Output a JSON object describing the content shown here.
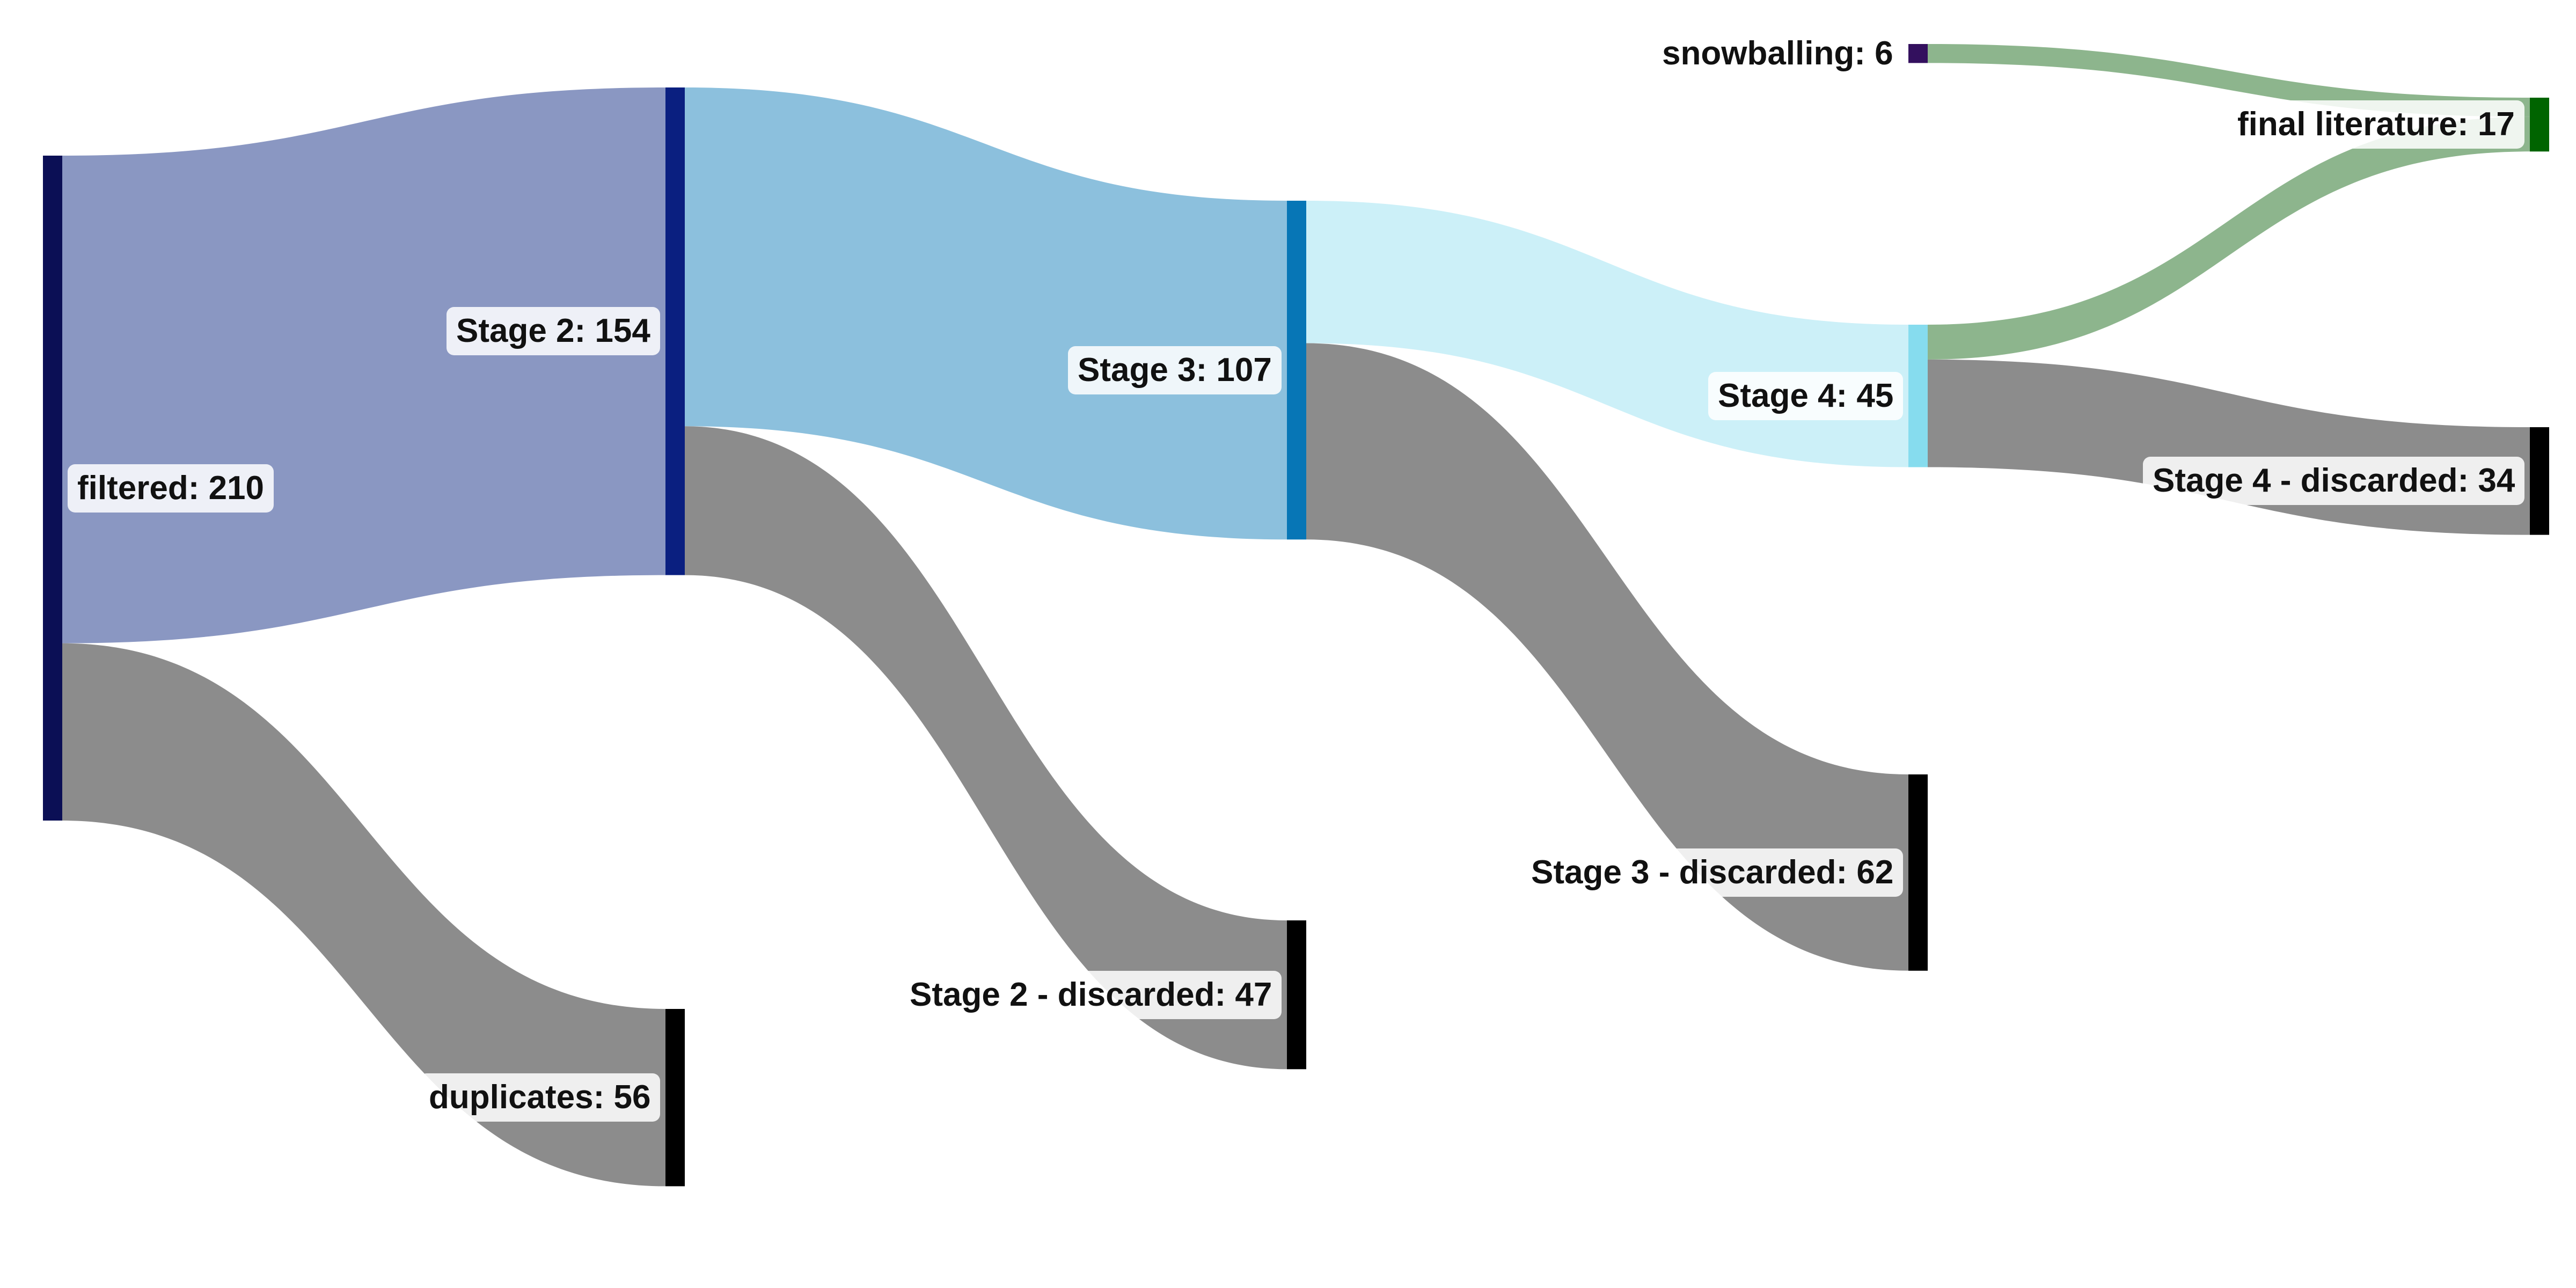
{
  "diagram": {
    "type": "sankey",
    "nodes": [
      {
        "id": "filtered",
        "label": "filtered: 210",
        "value": 210,
        "color": "#0b0f55"
      },
      {
        "id": "stage2",
        "label": "Stage 2: 154",
        "value": 154,
        "color": "#0a1f80"
      },
      {
        "id": "duplicates",
        "label": "duplicates: 56",
        "value": 56,
        "color": "#000000"
      },
      {
        "id": "stage3",
        "label": "Stage 3: 107",
        "value": 107,
        "color": "#0776b6"
      },
      {
        "id": "stage2_discarded",
        "label": "Stage 2 - discarded: 47",
        "value": 47,
        "color": "#000000"
      },
      {
        "id": "stage4",
        "label": "Stage 4: 45",
        "value": 45,
        "color": "#86dcee"
      },
      {
        "id": "stage3_discarded",
        "label": "Stage 3 - discarded: 62",
        "value": 62,
        "color": "#000000"
      },
      {
        "id": "snowballing",
        "label": "snowballing: 6",
        "value": 6,
        "color": "#33105e"
      },
      {
        "id": "final_literature",
        "label": "final literature: 17",
        "value": 17,
        "color": "#006400"
      },
      {
        "id": "stage4_discarded",
        "label": "Stage 4 - discarded: 34",
        "value": 34,
        "color": "#000000"
      }
    ],
    "links": [
      {
        "source": "filtered",
        "target": "stage2",
        "value": 154,
        "color": "#8a97c2"
      },
      {
        "source": "filtered",
        "target": "duplicates",
        "value": 56,
        "color": "#8c8c8c"
      },
      {
        "source": "stage2",
        "target": "stage3",
        "value": 107,
        "color": "#8cc0dd"
      },
      {
        "source": "stage2",
        "target": "stage2_discarded",
        "value": 47,
        "color": "#8c8c8c"
      },
      {
        "source": "stage3",
        "target": "stage4",
        "value": 45,
        "color": "#ccf0f8"
      },
      {
        "source": "stage3",
        "target": "stage3_discarded",
        "value": 62,
        "color": "#8c8c8c"
      },
      {
        "source": "snowballing",
        "target": "final_literature",
        "value": 6,
        "color": "#8db58d"
      },
      {
        "source": "stage4",
        "target": "final_literature",
        "value": 11,
        "color": "#8db58d"
      },
      {
        "source": "stage4",
        "target": "stage4_discarded",
        "value": 34,
        "color": "#8c8c8c"
      }
    ]
  }
}
